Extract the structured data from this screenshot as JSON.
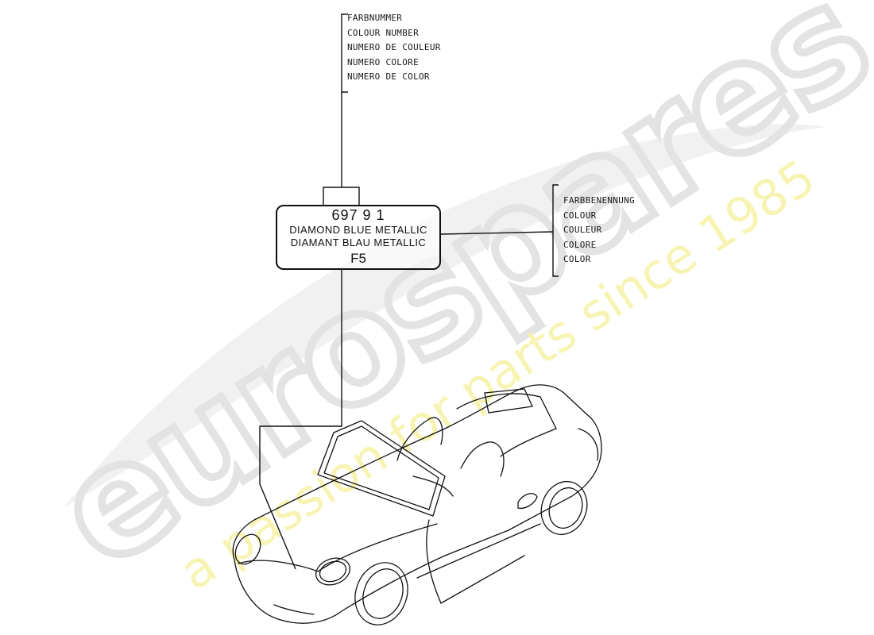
{
  "watermark": {
    "brand": "eurospares",
    "tagline": "a passion for parts since 1985",
    "brand_color": "#e6e6e6",
    "tagline_color": "#f4f2a0"
  },
  "callouts": {
    "colour_number": {
      "lines": [
        "FARBNUMMER",
        "COLOUR NUMBER",
        "NUMERO DE COULEUR",
        "NUMERO COLORE",
        "NUMERO DE COLOR"
      ]
    },
    "colour_name": {
      "lines": [
        "FARBBENENNUNG",
        "COLOUR",
        "COULEUR",
        "COLORE",
        "COLOR"
      ]
    }
  },
  "paint_label": {
    "code_part1": "697",
    "code_part2": "9 1",
    "name_en": "DIAMOND BLUE METALLIC",
    "name_de": "DIAMANT BLAU METALLIC",
    "suffix": "F5"
  },
  "illustration": {
    "subject": "convertible-car-top-down"
  }
}
